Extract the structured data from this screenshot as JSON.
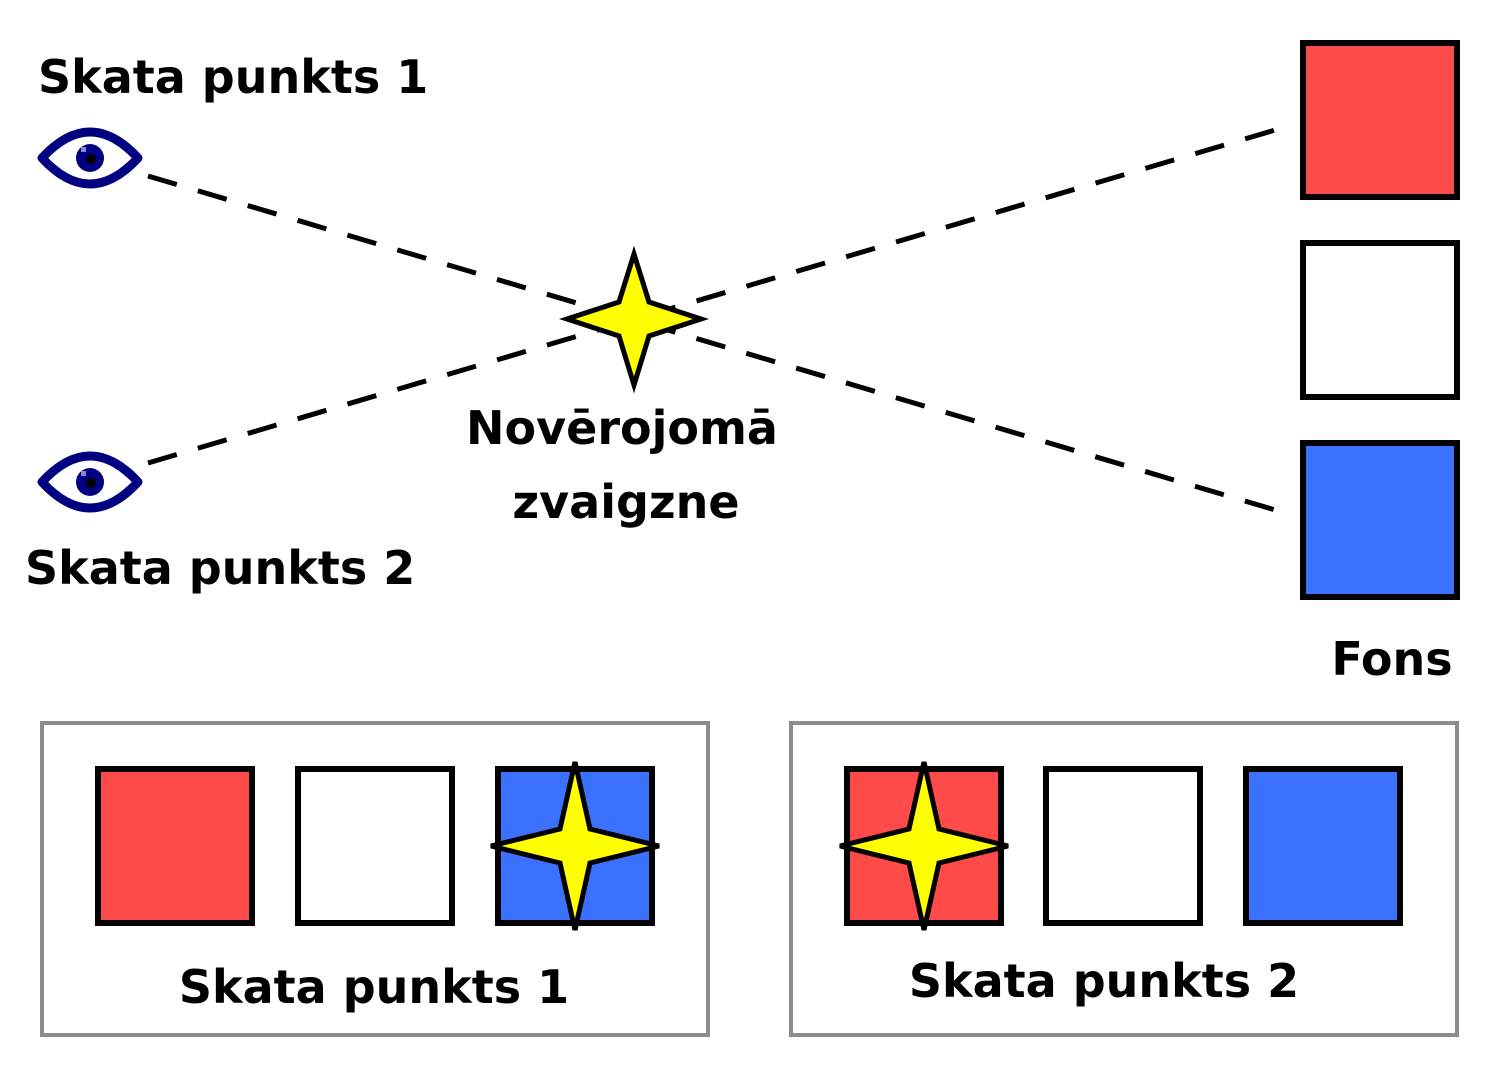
{
  "labels": {
    "viewpoint1": "Skata punkts 1",
    "viewpoint2": "Skata punkts 2",
    "star_line1": "Novērojomā",
    "star_line2": "zvaigzne",
    "background": "Fons",
    "panel1_caption": "Skata punkts 1",
    "panel2_caption": "Skata punkts 2"
  },
  "colors": {
    "eye": "#000080",
    "star_fill": "#ffff00",
    "red": "#ff4a4a",
    "white": "#ffffff",
    "blue": "#3a72ff",
    "outline": "#000000",
    "panel_border": "#8c8c8c"
  },
  "icons": {
    "eye": "eye-icon",
    "star": "four-point-star-icon"
  },
  "background_squares": [
    "red",
    "white",
    "blue"
  ],
  "panels": [
    {
      "caption_key": "panel1_caption",
      "squares": [
        "red",
        "white",
        "blue"
      ],
      "star_on": "blue"
    },
    {
      "caption_key": "panel2_caption",
      "squares": [
        "red",
        "white",
        "blue"
      ],
      "star_on": "red"
    }
  ]
}
